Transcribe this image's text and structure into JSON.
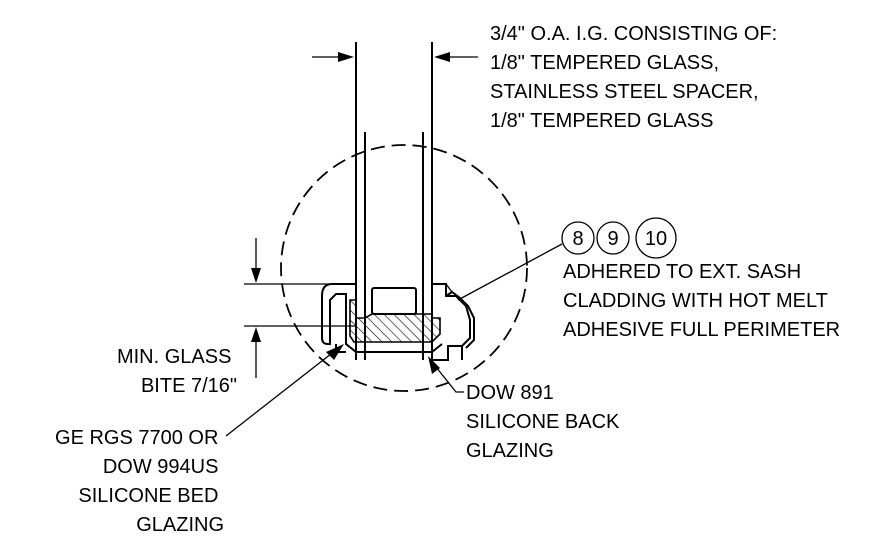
{
  "callouts": {
    "ig_unit": {
      "lines": [
        "3/4\" O.A. I.G. CONSISTING OF:",
        "1/8\" TEMPERED GLASS,",
        "STAINLESS STEEL SPACER,",
        "1/8\" TEMPERED GLASS"
      ]
    },
    "sash_adhesive": {
      "tags": [
        "8",
        "9",
        "10"
      ],
      "lines": [
        "ADHERED TO EXT. SASH",
        "CLADDING WITH  HOT MELT",
        "ADHESIVE FULL PERIMETER"
      ]
    },
    "glass_bite": {
      "lines": [
        "MIN. GLASS",
        "BITE 7/16\""
      ]
    },
    "bed_glazing": {
      "lines": [
        "GE RGS 7700 OR",
        "DOW 994US",
        "SILICONE BED",
        "GLAZING"
      ]
    },
    "back_glazing": {
      "lines": [
        "DOW 891",
        "SILICONE BACK",
        "GLAZING"
      ]
    }
  }
}
